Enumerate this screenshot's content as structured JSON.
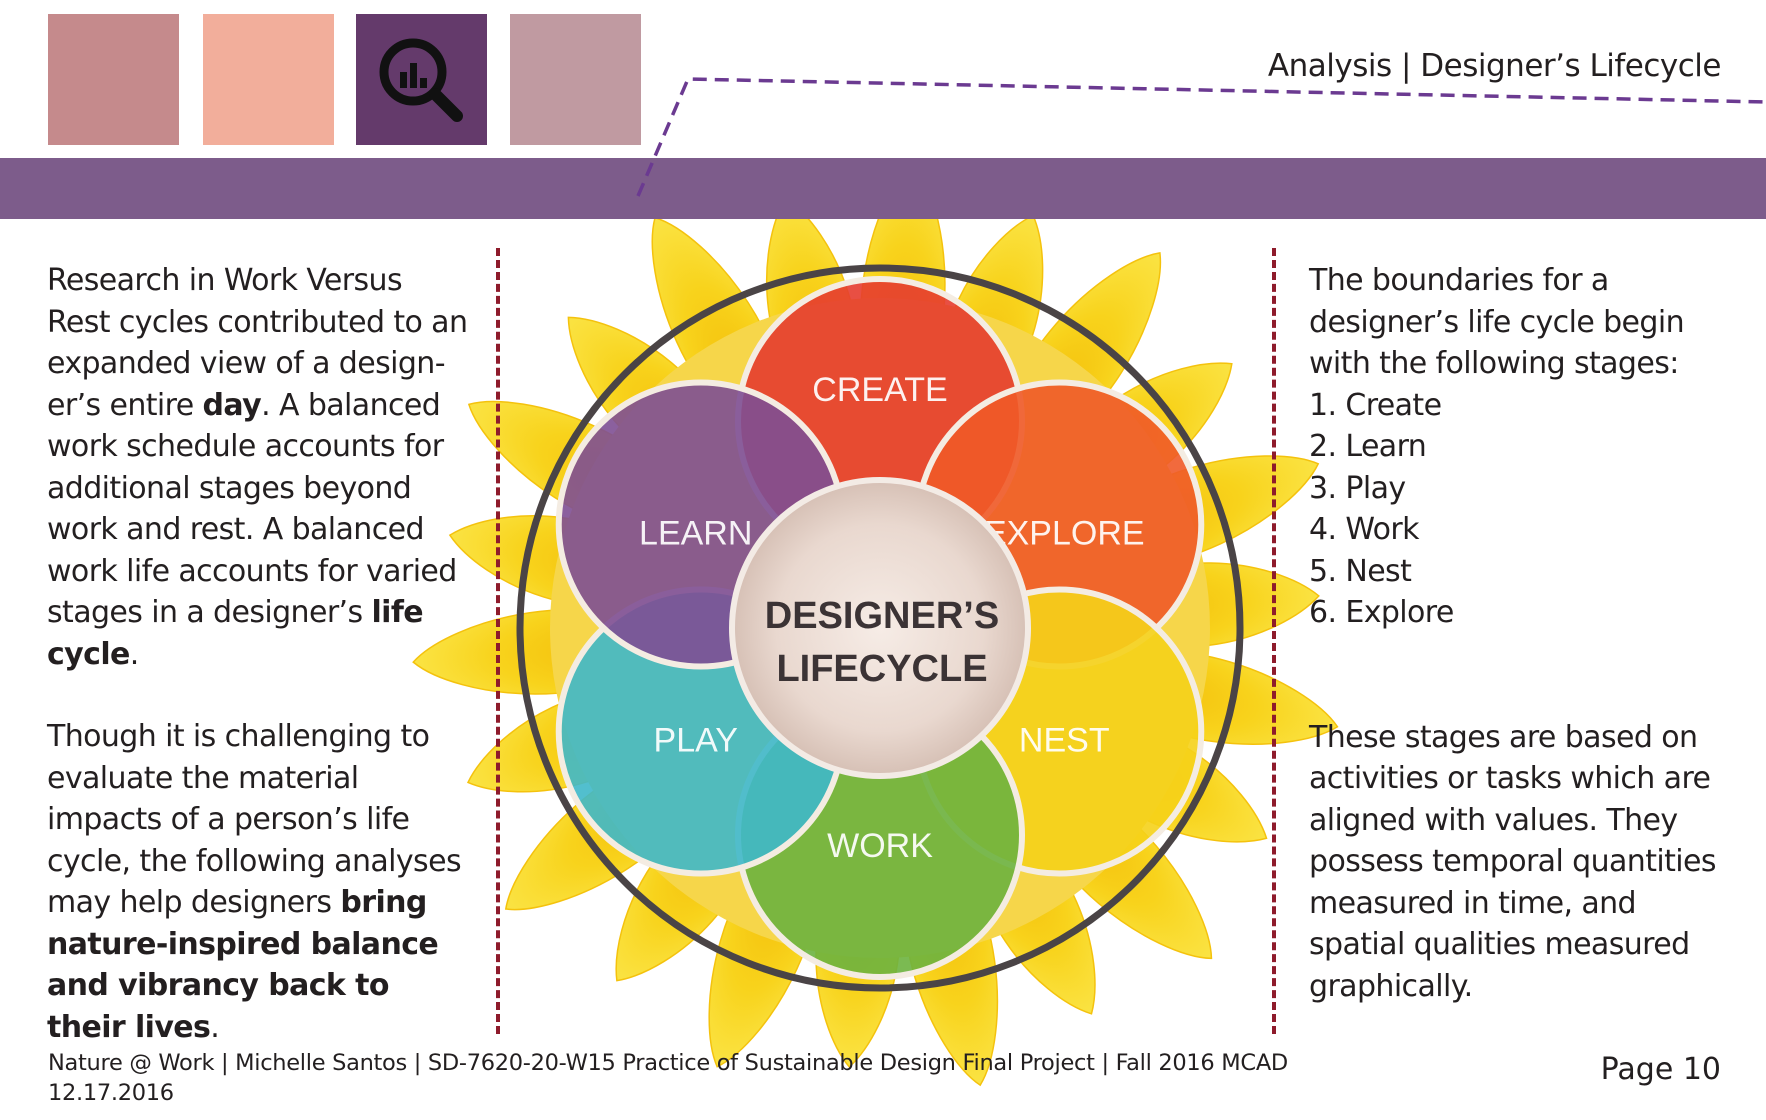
{
  "header": {
    "title": "Analysis | Designer’s Lifecycle",
    "swatch_colors": [
      "#c58a8c",
      "#f2ae9b",
      "#643a6b",
      "#c09aa1"
    ],
    "active_icon": "analysis-magnifier-chart-icon"
  },
  "colors": {
    "band": "#7d5c8b",
    "divider": "#8e1b2b",
    "dashed_line": "#6b3a91",
    "petals": "#f7d01a"
  },
  "left_column": {
    "p1_a": "Research in Work Versus Rest cycles contributed to an expanded view of a design-er’s entire ",
    "p1_b": "day",
    "p1_c": ". A balanced work schedule accounts for additional stages beyond work and rest. A balanced work life accounts for varied stages in a designer’s ",
    "p1_d": "life cycle",
    "p1_e": ".",
    "p2_a": "Though it is challenging to evaluate the material impacts of a person’s life cycle, the following analyses may help designers ",
    "p2_b": "bring nature-inspired balance and vibrancy back to their lives",
    "p2_c": "."
  },
  "diagram": {
    "center_line1": "DESIGNER’S",
    "center_line2": "LIFECYCLE",
    "stages": [
      {
        "label": "CREATE",
        "color": "#e63c2f"
      },
      {
        "label": "EXPLORE",
        "color": "#f05a28"
      },
      {
        "label": "NEST",
        "color": "#f5d21a"
      },
      {
        "label": "WORK",
        "color": "#6db33f"
      },
      {
        "label": "PLAY",
        "color": "#3fb8c9"
      },
      {
        "label": "LEARN",
        "color": "#7e4f93"
      }
    ]
  },
  "right_column": {
    "intro": "The boundaries for a designer’s life cycle begin with the following stages:",
    "stages": [
      "1. Create",
      "2. Learn",
      "3. Play",
      "4. Work",
      "5. Nest",
      "6. Explore"
    ],
    "p2": "These stages are based on activities or tasks which are aligned with values. They possess temporal quantities measured in time, and spatial qualities measured graphically."
  },
  "footer": {
    "line1": "Nature @ Work | Michelle Santos | SD-7620-20-W15 Practice of Sustainable Design Final Project | Fall 2016 MCAD",
    "line2": "12.17.2016",
    "page": "Page 10"
  }
}
